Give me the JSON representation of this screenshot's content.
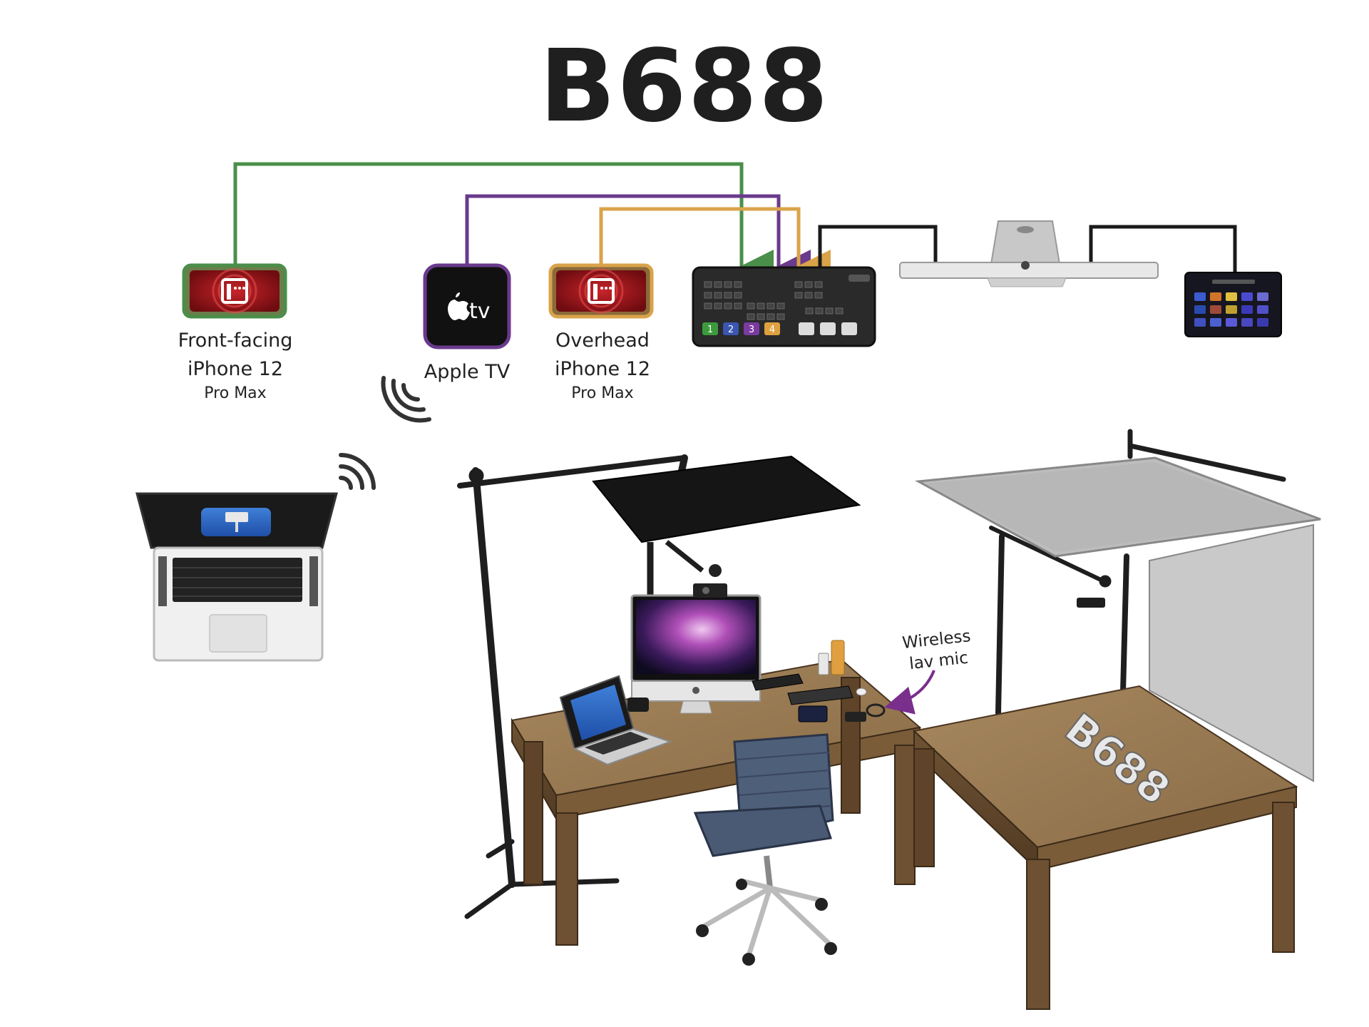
{
  "title": "B688",
  "colors": {
    "front_camera": "#4a8f4a",
    "apple_tv": "#6a3a8c",
    "overhead_camera": "#d9a34a",
    "hdmi_out": "#1a1a1a"
  },
  "devices": {
    "front_iphone": {
      "icon": "filmic-app-icon",
      "line1": "Front-facing",
      "line2": "iPhone 12",
      "line3": "Pro Max"
    },
    "apple_tv": {
      "icon": "apple-tv-icon",
      "logo": "tv",
      "line1": "Apple TV"
    },
    "overhead_iphone": {
      "icon": "filmic-app-icon",
      "line1": "Overhead",
      "line2": "iPhone 12",
      "line3": "Pro Max"
    },
    "atem": {
      "icon": "atem-mini-switcher",
      "buttons": [
        "1",
        "2",
        "3",
        "4"
      ]
    },
    "imac": {
      "icon": "imac-back-icon"
    },
    "stream_deck": {
      "icon": "stream-deck-icon"
    },
    "laptop": {
      "icon": "macbook-keynote-icon"
    }
  },
  "annotations": {
    "mic_line1": "Wireless",
    "mic_line2": "lav mic"
  },
  "scene": {
    "desk_sign": "B688"
  }
}
